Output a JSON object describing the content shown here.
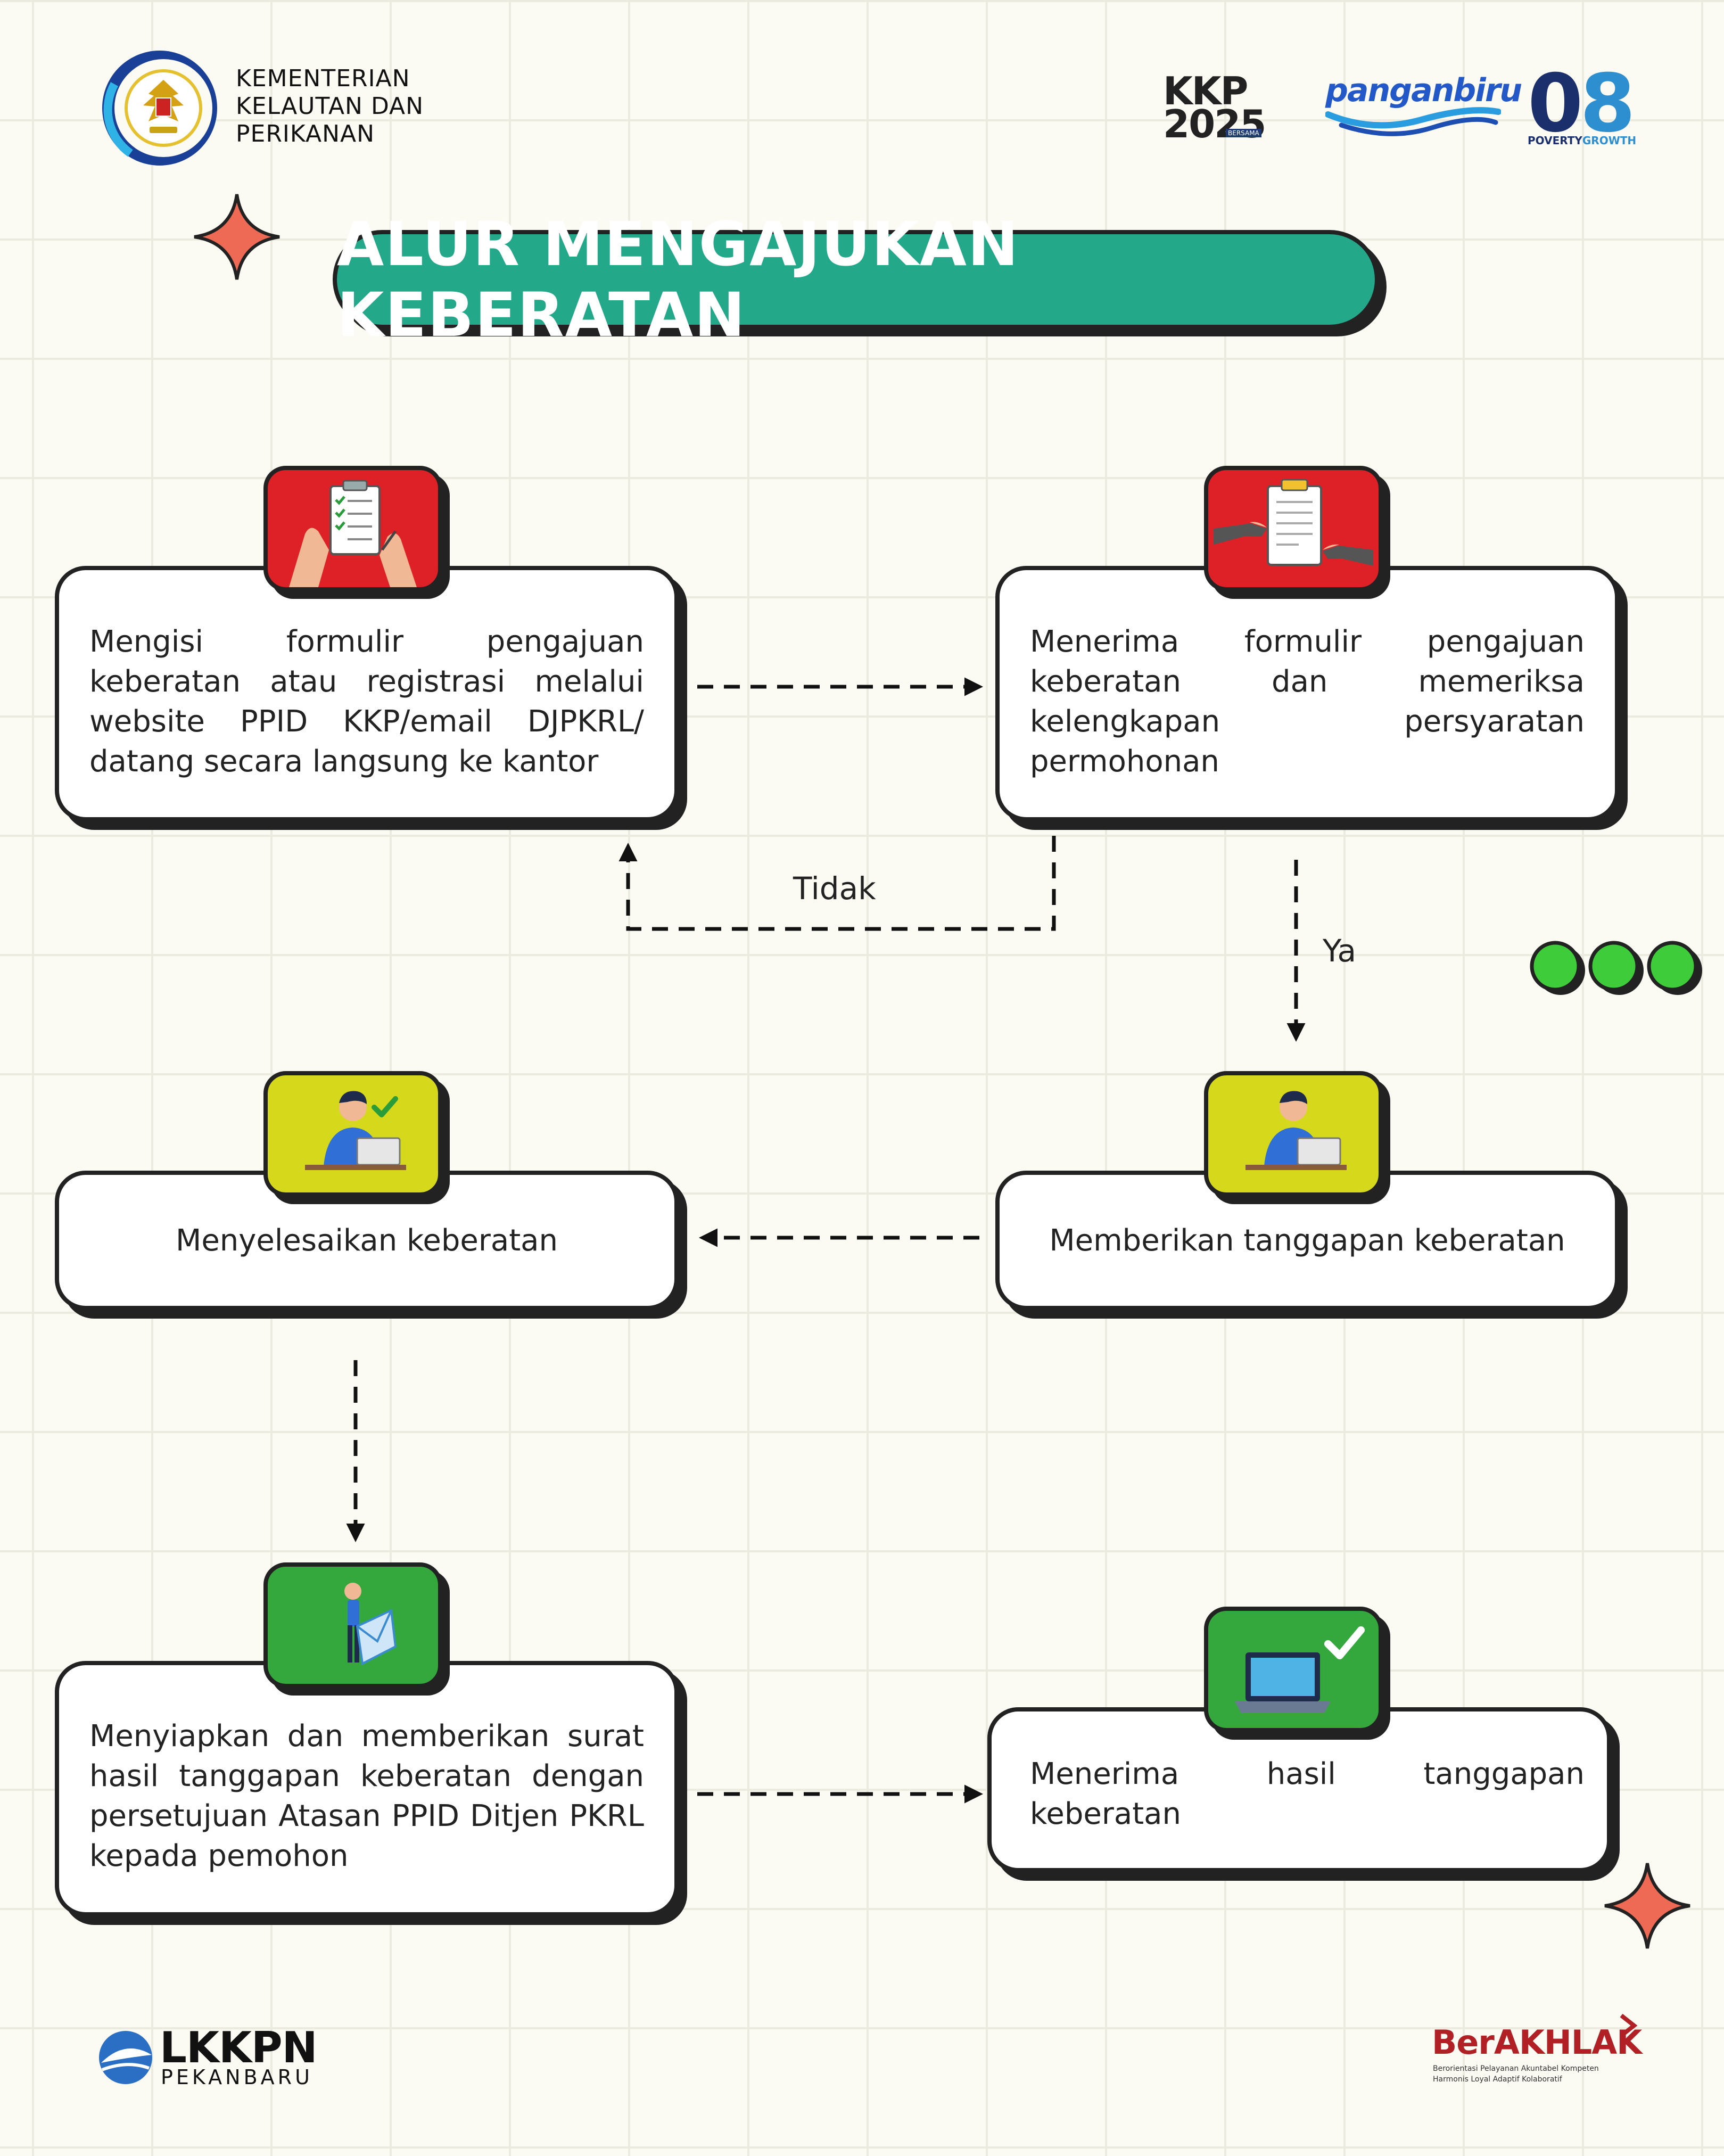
{
  "header": {
    "ministry_line1": "KEMENTERIAN",
    "ministry_line2": "KELAUTAN DAN",
    "ministry_line3": "PERIKANAN",
    "kkp_top": "KKP",
    "kkp_bottom": "2025",
    "kkp_tag": "BERSAMA",
    "pangan_logo": "panganbiru",
    "poverty_zero": "0",
    "poverty_eight": "8",
    "poverty_label": "POVERTY",
    "growth_label": "GROWTH"
  },
  "title": "ALUR MENGAJUKAN KEBERATAN",
  "steps": [
    {
      "text": "Mengisi formulir pengajuan keberatan atau registrasi melalui website PPID KKP/email DJPKRL/ datang secara langsung ke kantor",
      "icon": "form-filling-icon",
      "icon_color": "#de2127"
    },
    {
      "text": "Menerima formulir pengajuan keberatan dan memeriksa kelengkapan persyaratan permohonan",
      "icon": "document-handover-icon",
      "icon_color": "#de2127"
    },
    {
      "text": "Memberikan tanggapan keberatan",
      "icon": "person-laptop-icon",
      "icon_color": "#d5d81b"
    },
    {
      "text": "Menyelesaikan keberatan",
      "icon": "person-laptop-check-icon",
      "icon_color": "#d5d81b"
    },
    {
      "text": "Menyiapkan dan memberikan surat hasil tanggapan keberatan dengan persetujuan Atasan PPID Ditjen PKRL kepada pemohon",
      "icon": "letter-delivery-icon",
      "icon_color": "#34a83c"
    },
    {
      "text": "Menerima hasil tanggapan keberatan",
      "icon": "laptop-check-icon",
      "icon_color": "#34a83c"
    }
  ],
  "branches": {
    "no": "Tidak",
    "yes": "Ya"
  },
  "footer": {
    "lkkpn_main": "LKKPN",
    "lkkpn_sub": "PEKANBARU",
    "berakhlak_main": "BerAKHLAK",
    "berakhlak_line1": "Berorientasi Pelayanan Akuntabel Kompeten",
    "berakhlak_line2": "Harmonis Loyal Adaptif Kolaboratif"
  },
  "colors": {
    "title_bg": "#23a88a",
    "red": "#de2127",
    "yellow": "#d5d81b",
    "green": "#34a83c",
    "star": "#ee6a55",
    "dots": "#3fcc3a"
  }
}
